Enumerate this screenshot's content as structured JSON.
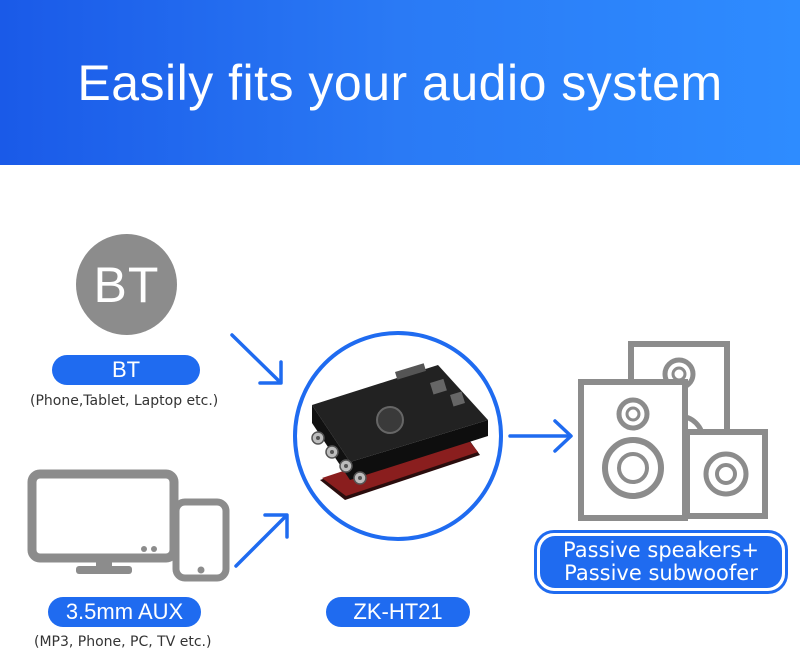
{
  "banner": {
    "title": "Easily fits your audio system"
  },
  "sources": {
    "bt": {
      "icon_text": "BT",
      "label": "BT",
      "caption": "(Phone,Tablet, Laptop etc.)"
    },
    "aux": {
      "label": "3.5mm AUX",
      "caption": "(MP3, Phone, PC, TV etc.)"
    }
  },
  "board": {
    "label": "ZK-HT21"
  },
  "output": {
    "line1": "Passive speakers+",
    "line2": "Passive subwoofer"
  },
  "colors": {
    "accent": "#1f6bf0",
    "banner_start": "#1a5ae8",
    "banner_end": "#2e8cff",
    "icon_gray": "#8c8c8c"
  },
  "icons": [
    "bluetooth-circle-icon",
    "monitor-icon",
    "smartphone-icon",
    "amplifier-board-image",
    "speakers-icon",
    "arrow-icon"
  ]
}
